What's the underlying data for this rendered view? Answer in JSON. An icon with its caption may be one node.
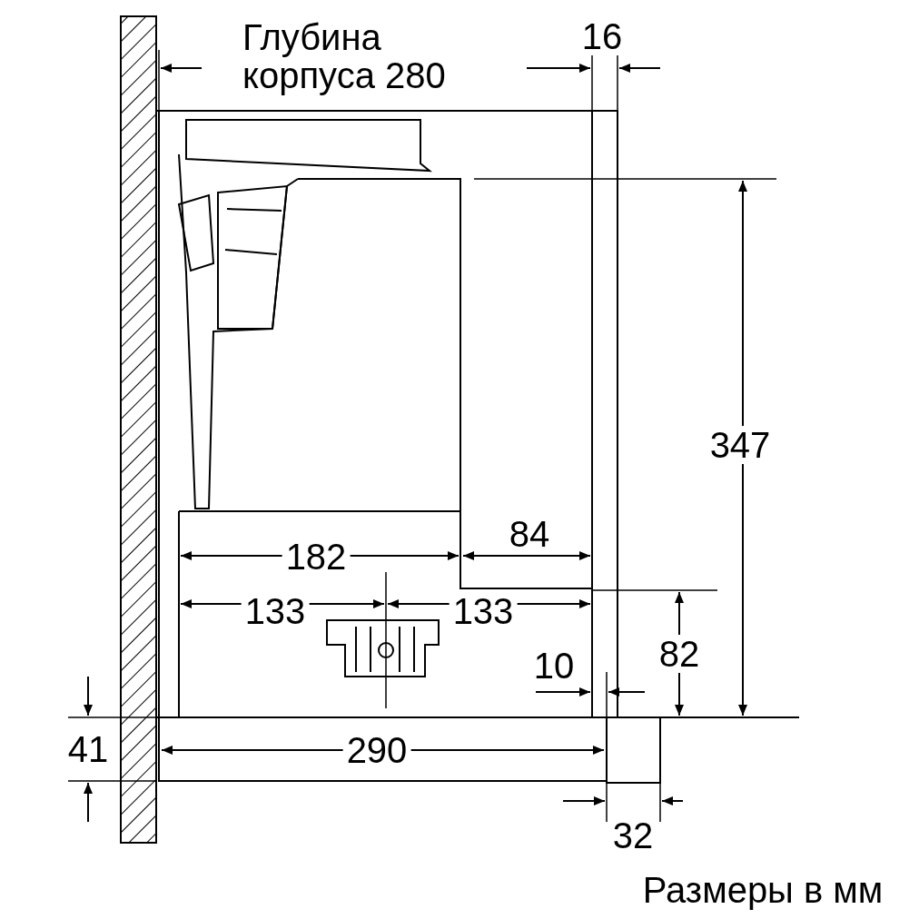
{
  "diagram": {
    "caption": "Размеры в мм",
    "labels": [
      "Глубина корпуса 280",
      "16",
      "347",
      "84",
      "182",
      "133",
      "133",
      "10",
      "82",
      "41",
      "290",
      "32"
    ]
  }
}
